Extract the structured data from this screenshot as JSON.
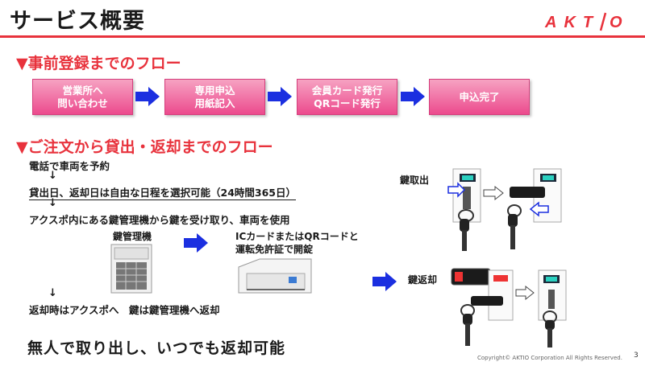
{
  "header": {
    "title": "サービス概要",
    "logo_text": "AKTIO"
  },
  "section1": {
    "heading": "▼事前登録までのフロー",
    "steps": [
      {
        "label": "営業所へ\n問い合わせ"
      },
      {
        "label": "専用申込\n用紙記入"
      },
      {
        "label": "会員カード発行\nQRコード発行"
      },
      {
        "label": "申込完了"
      }
    ]
  },
  "section2": {
    "heading": "▼ご注文から貸出・返却までのフロー",
    "lines": [
      "電話で車両を予約",
      "↓",
      "貸出日、返却日は自由な日程を選択可能（24時間365日）",
      "↓",
      "アクスポ内にある鍵管理機から鍵を受け取り、車両を使用",
      "↓",
      "返却時はアクスポへ　鍵は鍵管理機へ返却"
    ],
    "key_machine_label": "鍵管理機",
    "card_label": "ICカードまたはQRコードと\n運転免許証で開錠",
    "key_out_label": "鍵取出",
    "key_return_label": "鍵返却",
    "summary": "無人で取り出し、いつでも返却可能"
  },
  "footer": {
    "copyright": "Copyright© AKTIO Corporation All Rights Reserved.",
    "page_number": "3"
  },
  "colors": {
    "accent": "#e8323c",
    "box_pink": "#ec4a8d",
    "arrow_blue": "#1b2fe0"
  }
}
